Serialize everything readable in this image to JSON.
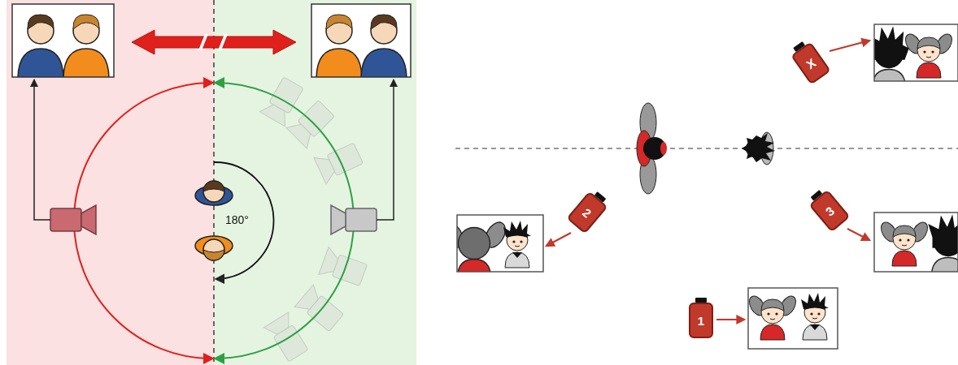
{
  "diagram": {
    "nodes": [
      {
        "text": [
          "X"
        ]
      },
      {
        "text": [
          "2"
        ]
      },
      {
        "text": [
          "3"
        ]
      },
      {
        "text": [
          "1"
        ]
      }
    ],
    "labels": [
      "180°"
    ]
  }
}
